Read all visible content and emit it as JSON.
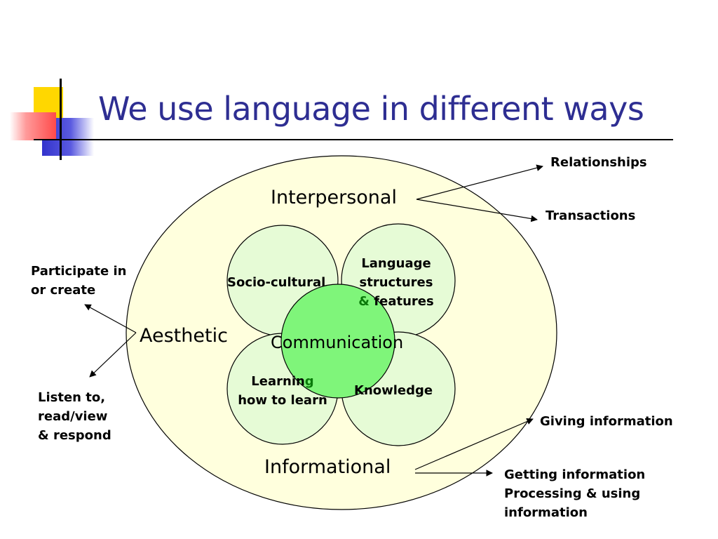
{
  "title": "We use language in different ways",
  "colors": {
    "title": "#2e2e92",
    "outer_ellipse": "#ffffdd",
    "inner_circle": "#e6fbd6",
    "center_circle": "#7ff57a",
    "deco_yellow": "#ffd700",
    "deco_red": "#ff5a5a",
    "deco_blue": "#3333cc"
  },
  "diagram": {
    "outer": {
      "interpersonal": "Interpersonal",
      "aesthetic": "Aesthetic",
      "informational": "Informational"
    },
    "inner": {
      "socio_cultural": "Socio-cultural",
      "language_line1": "Language",
      "language_line2": "structures",
      "language_amp": "&",
      "language_line3": "features",
      "learning_part1": "Learnin",
      "learning_part2": "g",
      "learning_line2": "how to learn",
      "knowledge": "Knowledge",
      "communication": "Communication"
    },
    "annotations": {
      "relationships": "Relationships",
      "transactions": "Transactions",
      "participate_line1": "Participate in",
      "participate_line2": "or create",
      "listen_line1": "Listen to,",
      "listen_line2": "read/view",
      "listen_line3": "& respond",
      "giving": "Giving information",
      "getting_line1": "Getting information",
      "getting_line2": "Processing & using",
      "getting_line3": "information"
    }
  }
}
